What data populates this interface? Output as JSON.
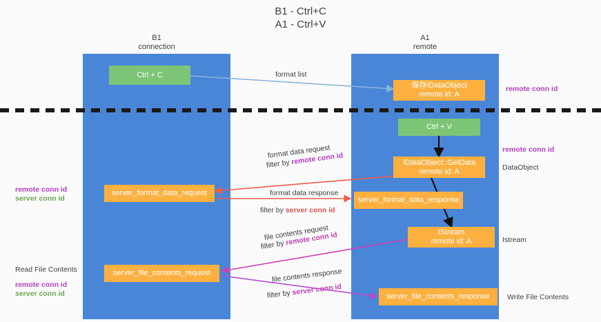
{
  "title": {
    "line1": "B1 - Ctrl+C",
    "line2": "A1 - Ctrl+V"
  },
  "columns": [
    {
      "id": "b1",
      "name": "B1",
      "sub": "connection"
    },
    {
      "id": "a1",
      "name": "A1",
      "sub": "remote"
    }
  ],
  "nodes": [
    {
      "id": "ctrl-c",
      "label": "Ctrl + C",
      "sub": "",
      "color": "green"
    },
    {
      "id": "save-idataobject",
      "label": "保存IDataObject",
      "sub": "remote id: A",
      "color": "orange"
    },
    {
      "id": "ctrl-v",
      "label": "Ctrl + V",
      "sub": "",
      "color": "green"
    },
    {
      "id": "idataobject-getdata",
      "label": "IDataObject::GetData",
      "sub": "remote id: A",
      "color": "orange"
    },
    {
      "id": "server-format-data-request",
      "label": "server_format_data_request",
      "sub": "",
      "color": "orange"
    },
    {
      "id": "server-format-data-response",
      "label": "server_format_data_response",
      "sub": "",
      "color": "orange"
    },
    {
      "id": "istream",
      "label": "IStream",
      "sub": "remote id: A",
      "color": "orange"
    },
    {
      "id": "server-file-contents-request",
      "label": "server_file_contents_request",
      "sub": "",
      "color": "orange"
    },
    {
      "id": "server-file-contents-response",
      "label": "server_file_contents_response",
      "sub": "",
      "color": "orange"
    }
  ],
  "edges": [
    {
      "id": "format-list",
      "label": "format list",
      "filter_prefix": "",
      "filter_key": "",
      "color": "#8ab4dd"
    },
    {
      "id": "format-data-request",
      "label": "format data request",
      "filter_prefix": "filter by ",
      "filter_key": "remote conn id",
      "color": "#ea5f4b"
    },
    {
      "id": "format-data-response",
      "label": "format data response",
      "filter_prefix": "filter by ",
      "filter_key": "server conn id",
      "color": "#ea5f4b"
    },
    {
      "id": "file-contents-request",
      "label": "file contents request",
      "filter_prefix": "filter by ",
      "filter_key": "remote conn id",
      "color": "#cf3fb0"
    },
    {
      "id": "file-contents-response",
      "label": "file contents response",
      "filter_prefix": "filter by ",
      "filter_key": "server conn id",
      "color": "#b44ccf"
    }
  ],
  "right_notes": [
    {
      "id": "remote-conn-id-top",
      "text": "remote conn id",
      "style": "purple"
    },
    {
      "id": "remote-conn-id-mid",
      "text": "remote conn id",
      "style": "purple"
    },
    {
      "id": "dataobject",
      "text": "DataObject",
      "style": "plain"
    },
    {
      "id": "istream-note",
      "text": "Istream",
      "style": "plain"
    },
    {
      "id": "write-file-contents",
      "text": "Write File Contents",
      "style": "plain"
    }
  ],
  "left_notes": [
    {
      "id": "left-conn-ids",
      "remote": "remote conn id",
      "server": "server conn id",
      "heading": ""
    },
    {
      "id": "read-file-contents",
      "remote": "remote conn id",
      "server": "server conn id",
      "heading": "Read File Contents"
    }
  ],
  "colors": {
    "column": "#4a86d8",
    "green": "#7cc576",
    "orange": "#fbb040",
    "purple": "#b23fc0",
    "green_text": "#6aa84f",
    "red_arrow": "#ea5f4b",
    "magenta_arrow": "#cf3fb0",
    "blue_arrow": "#8ab4dd",
    "divider": "#1a1a1a",
    "background": "#fafafa"
  }
}
